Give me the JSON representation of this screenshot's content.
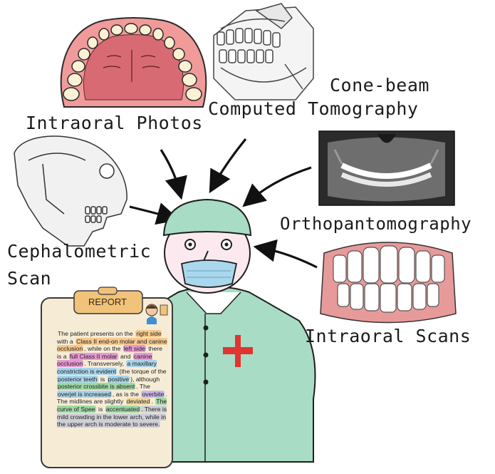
{
  "labels": {
    "intraoral_photos": "Intraoral Photos",
    "cbct_line1": "Cone-beam",
    "cbct_line2": "Computed Tomography",
    "opg": "Orthopantomography",
    "ceph_line1": "Cephalometric",
    "ceph_line2": "Scan",
    "intraoral_scans": "Intraoral Scans"
  },
  "report": {
    "title": "REPORT",
    "segments": [
      {
        "t": "The patient presents on the ",
        "c": ""
      },
      {
        "t": "right side",
        "c": "hl-o"
      },
      {
        "t": " with a ",
        "c": ""
      },
      {
        "t": "Class II end-on molar and canine occlusion",
        "c": "hl-o"
      },
      {
        "t": ", while on the ",
        "c": ""
      },
      {
        "t": "left side",
        "c": "hl-p"
      },
      {
        "t": " there is a ",
        "c": ""
      },
      {
        "t": "full Class II molar",
        "c": "hl-p"
      },
      {
        "t": " and ",
        "c": ""
      },
      {
        "t": "canine occlusion",
        "c": "hl-p"
      },
      {
        "t": ". Transversely, ",
        "c": ""
      },
      {
        "t": "a maxillary constriction is evident",
        "c": "hl-b"
      },
      {
        "t": " (the torque of the ",
        "c": ""
      },
      {
        "t": "posterior teeth",
        "c": "hl-b"
      },
      {
        "t": " is ",
        "c": ""
      },
      {
        "t": "positive",
        "c": "hl-b"
      },
      {
        "t": "), although ",
        "c": ""
      },
      {
        "t": "posterior crossbite is absent",
        "c": "hl-g"
      },
      {
        "t": ". The ",
        "c": ""
      },
      {
        "t": "overjet is increased",
        "c": "hl-b"
      },
      {
        "t": ", as is the ",
        "c": ""
      },
      {
        "t": "overbite",
        "c": "hl-v"
      },
      {
        "t": ". The midlines are slightly ",
        "c": ""
      },
      {
        "t": "deviated",
        "c": "hl-y"
      },
      {
        "t": ". ",
        "c": ""
      },
      {
        "t": "The curve of Spee",
        "c": "hl-g"
      },
      {
        "t": " is ",
        "c": ""
      },
      {
        "t": "accentuated",
        "c": "hl-g"
      },
      {
        "t": ". There is mild crowding in the lower arch, while in the upper arch is moderate to severe.",
        "c": "hl-gr"
      }
    ]
  },
  "colors": {
    "scrubs": "#a8dcc4",
    "mask": "#a9d8ee",
    "clipboard": "#f6ecd6",
    "clip": "#f1c27a",
    "cross": "#e03531"
  },
  "icons": {
    "center": "dentist-figure",
    "arrow": "arrow-icon"
  }
}
